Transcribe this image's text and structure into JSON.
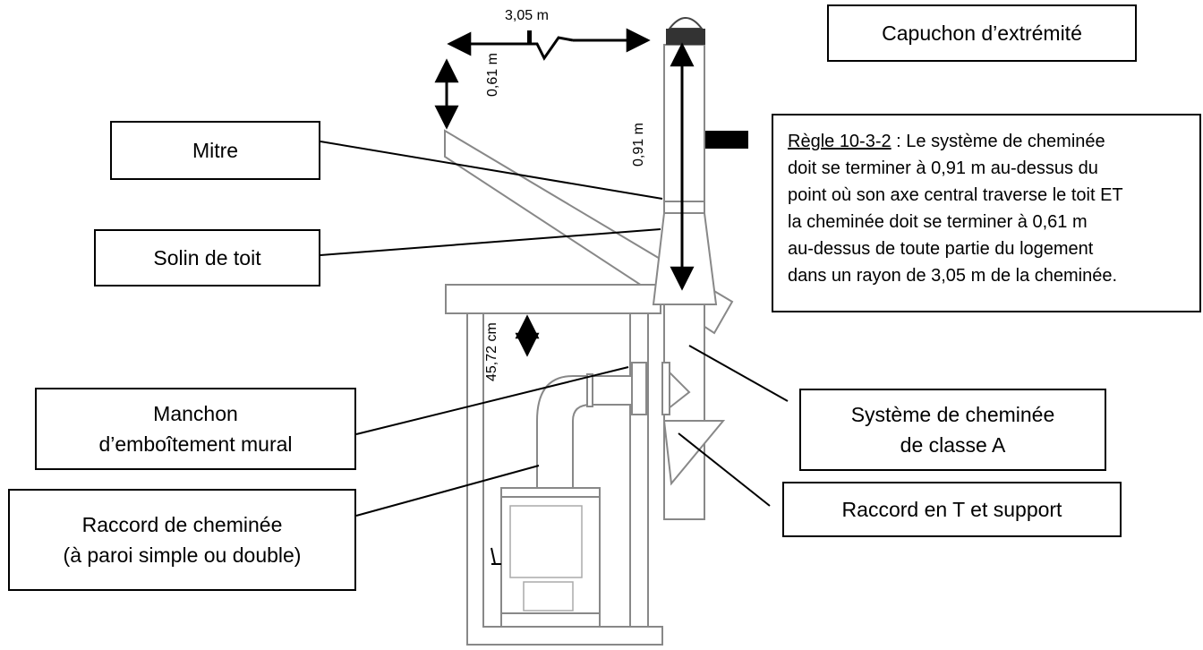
{
  "labels": {
    "cap": "Capuchon d’extrémité",
    "mitre": "Mitre",
    "flashing": "Solin de toit",
    "thimble": [
      "Manchon",
      "d’emboîtement mural"
    ],
    "connector": [
      "Raccord de cheminée",
      "(à paroi simple ou double)"
    ],
    "chimney_system": [
      "Système de cheminée",
      "de classe A"
    ],
    "tee": "Raccord en T et support"
  },
  "rule": {
    "ref": "Règle 10-3-2",
    "sep": " : ",
    "lines": [
      "Le système de cheminée",
      "doit se terminer à 0,91 m au-dessus du",
      "point où son axe central traverse le toit ET",
      "la cheminée doit se terminer à 0,61 m",
      "au-dessus de toute partie du logement",
      "dans un rayon de 3,05 m de la cheminée."
    ]
  },
  "dimensions": {
    "horizontal": "3,05 m",
    "roof_clearance": "0,61 m",
    "above_roof": "0,91 m",
    "ceiling": "45,72 cm"
  }
}
